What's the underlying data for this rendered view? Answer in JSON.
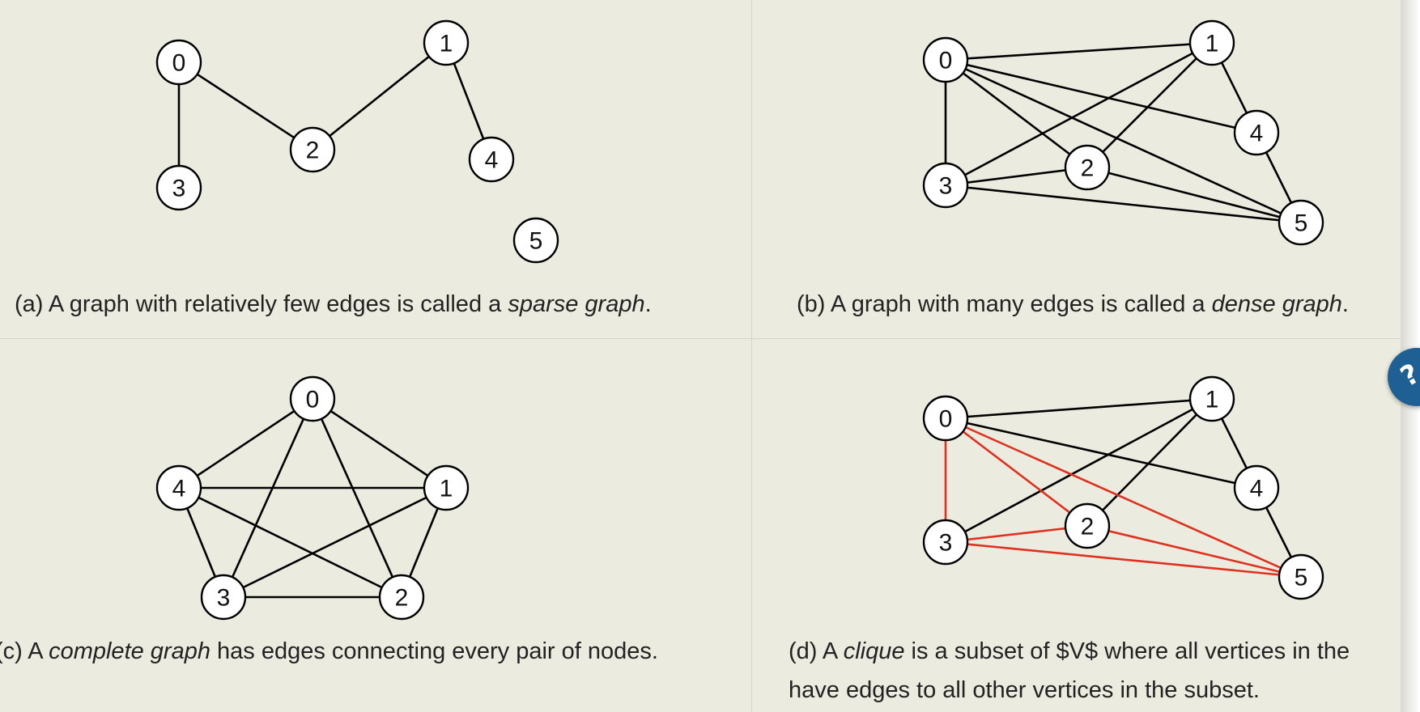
{
  "panels": [
    {
      "id": "a",
      "caption": {
        "prefix": "(a) A graph with relatively few edges is called a ",
        "term": "sparse graph",
        "suffix": "."
      },
      "nodes": [
        "0",
        "1",
        "2",
        "3",
        "4",
        "5"
      ],
      "edges": [
        [
          "0",
          "3"
        ],
        [
          "0",
          "2"
        ],
        [
          "2",
          "1"
        ],
        [
          "1",
          "4"
        ]
      ],
      "highlighted_edges": []
    },
    {
      "id": "b",
      "caption": {
        "prefix": "(b) A graph with many edges is called a ",
        "term": "dense graph",
        "suffix": "."
      },
      "nodes": [
        "0",
        "1",
        "2",
        "3",
        "4",
        "5"
      ],
      "edges": [
        [
          "0",
          "1"
        ],
        [
          "0",
          "3"
        ],
        [
          "0",
          "2"
        ],
        [
          "0",
          "4"
        ],
        [
          "0",
          "5"
        ],
        [
          "1",
          "3"
        ],
        [
          "1",
          "2"
        ],
        [
          "1",
          "4"
        ],
        [
          "4",
          "5"
        ],
        [
          "3",
          "2"
        ],
        [
          "3",
          "5"
        ],
        [
          "2",
          "5"
        ]
      ],
      "highlighted_edges": []
    },
    {
      "id": "c",
      "caption": {
        "prefix": "(c) A ",
        "term": "complete graph",
        "suffix": " has edges connecting every pair of nodes."
      },
      "nodes": [
        "0",
        "1",
        "2",
        "3",
        "4"
      ],
      "edges": [
        [
          "0",
          "4"
        ],
        [
          "0",
          "1"
        ],
        [
          "0",
          "3"
        ],
        [
          "0",
          "2"
        ],
        [
          "4",
          "1"
        ],
        [
          "4",
          "3"
        ],
        [
          "4",
          "2"
        ],
        [
          "1",
          "3"
        ],
        [
          "1",
          "2"
        ],
        [
          "3",
          "2"
        ]
      ],
      "highlighted_edges": []
    },
    {
      "id": "d",
      "caption": {
        "prefix": "(d) A ",
        "term": "clique",
        "suffix": " is a subset of $V$ where all vertices in the",
        "line2": "have edges to all other vertices in the subset."
      },
      "nodes": [
        "0",
        "1",
        "2",
        "3",
        "4",
        "5"
      ],
      "edges": [
        [
          "0",
          "1"
        ],
        [
          "0",
          "4"
        ],
        [
          "1",
          "3"
        ],
        [
          "1",
          "2"
        ],
        [
          "1",
          "4"
        ],
        [
          "4",
          "5"
        ]
      ],
      "highlighted_edges": [
        [
          "0",
          "3"
        ],
        [
          "0",
          "2"
        ],
        [
          "0",
          "5"
        ],
        [
          "3",
          "2"
        ],
        [
          "3",
          "5"
        ],
        [
          "2",
          "5"
        ]
      ]
    }
  ],
  "colors": {
    "background": "#ebebdf",
    "edge": "#000000",
    "highlight_edge": "#e0301e",
    "node_fill": "#ffffff"
  },
  "help_badge_icon": "help-icon"
}
